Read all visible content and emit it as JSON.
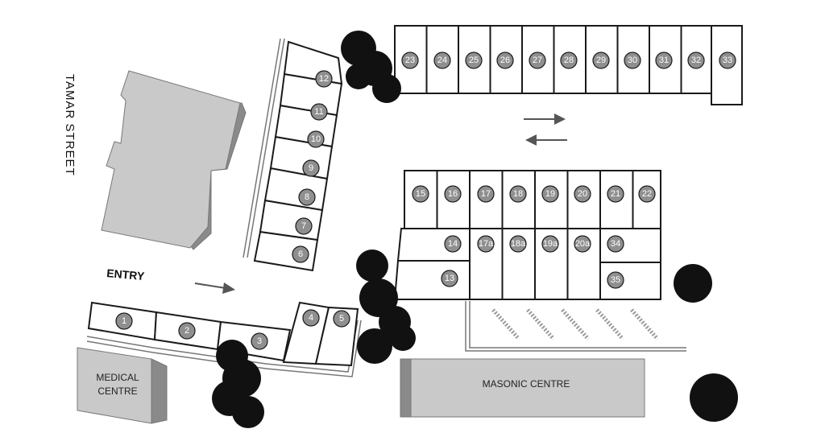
{
  "labels": {
    "street": "TAMAR STREET",
    "entry": "ENTRY",
    "medical_line1": "MEDICAL",
    "medical_line2": "CENTRE",
    "masonic": "MASONIC CENTRE"
  },
  "bays": {
    "row_top": [
      "23",
      "24",
      "25",
      "26",
      "27",
      "28",
      "29",
      "30",
      "31",
      "32",
      "33"
    ],
    "row_diagonal": [
      "6",
      "7",
      "8",
      "9",
      "10",
      "11",
      "12"
    ],
    "row_mid_upper": [
      "15",
      "16",
      "17",
      "18",
      "19",
      "20",
      "21",
      "22"
    ],
    "row_mid_lower": [
      "14",
      "17a",
      "18a",
      "19a",
      "20a",
      "34"
    ],
    "row_bottom_right": [
      "13",
      "35"
    ],
    "row_entry": [
      "1",
      "2",
      "3",
      "4",
      "5"
    ]
  }
}
